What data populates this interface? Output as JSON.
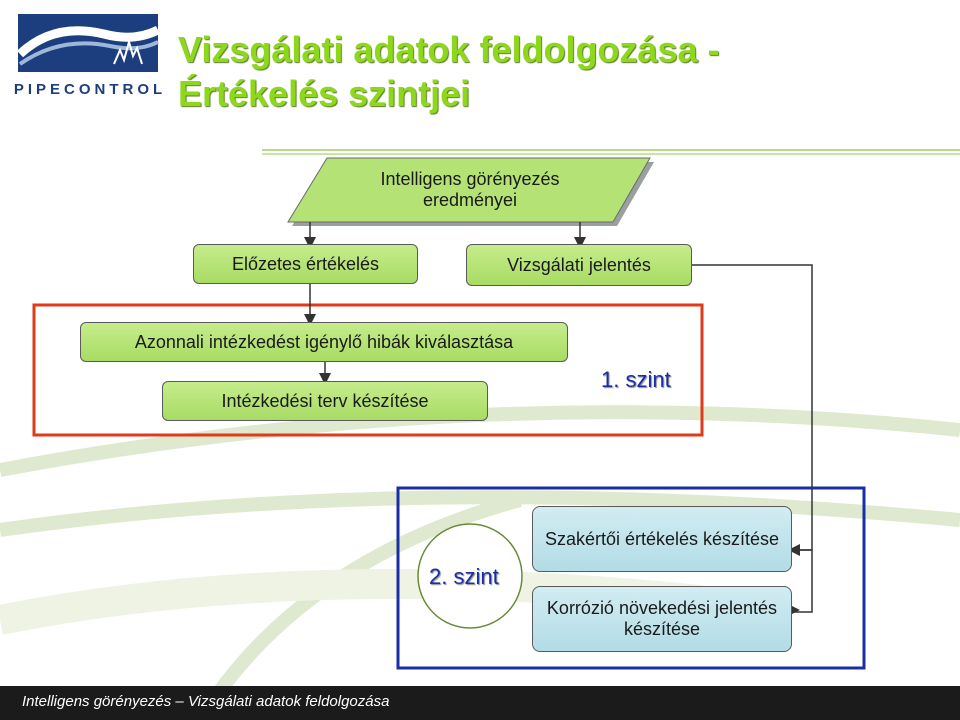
{
  "header": {
    "logo_text": "PIPECONTROL",
    "title_line1": "Vizsgálati adatok feldolgozása -",
    "title_line2": "Értékelés szintjei"
  },
  "diagram": {
    "input": "Intelligens görényezés eredményei",
    "preliminary": "Előzetes értékelés",
    "report": "Vizsgálati jelentés",
    "selection": "Azonnali intézkedést igénylő hibák kiválasztása",
    "plan": "Intézkedési terv készítése",
    "level1": "1. szint",
    "level2": "2. szint",
    "expert": "Szakértői értékelés készítése",
    "corrosion": "Korrózió növekedési jelentés készítése"
  },
  "colors": {
    "title": "#8ed81c",
    "level1_frame": "#e03a1a",
    "level2_frame": "#1a2fa6",
    "green_fill": "#b4e274",
    "blue_fill": "#c2e4ec"
  },
  "footer": {
    "text": "Intelligens görényezés – Vizsgálati adatok feldolgozása"
  }
}
